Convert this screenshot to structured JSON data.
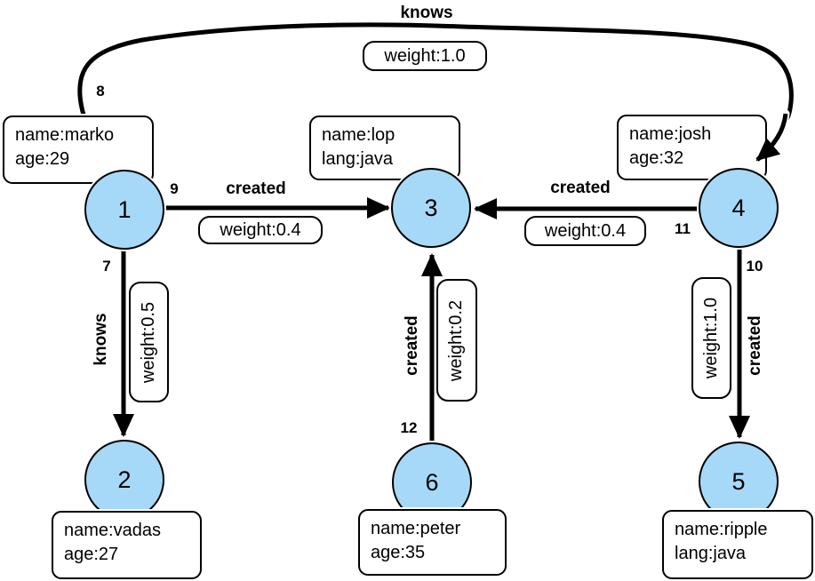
{
  "diagram": "property-graph",
  "colors": {
    "node_fill": "#a6d9f7",
    "stroke": "#000000",
    "background": "#ffffff"
  },
  "nodes": [
    {
      "id": "1",
      "props": [
        "name:marko",
        "age:29"
      ]
    },
    {
      "id": "2",
      "props": [
        "name:vadas",
        "age:27"
      ]
    },
    {
      "id": "3",
      "props": [
        "name:lop",
        "lang:java"
      ]
    },
    {
      "id": "4",
      "props": [
        "name:josh",
        "age:32"
      ]
    },
    {
      "id": "5",
      "props": [
        "name:ripple",
        "lang:java"
      ]
    },
    {
      "id": "6",
      "props": [
        "name:peter",
        "age:35"
      ]
    }
  ],
  "edges": [
    {
      "id": "7",
      "label": "knows",
      "weight": "weight:0.5"
    },
    {
      "id": "8",
      "label": "knows",
      "weight": "weight:1.0"
    },
    {
      "id": "9",
      "label": "created",
      "weight": "weight:0.4"
    },
    {
      "id": "10",
      "label": "created",
      "weight": "weight:1.0"
    },
    {
      "id": "11",
      "label": "created",
      "weight": "weight:0.4"
    },
    {
      "id": "12",
      "label": "created",
      "weight": "weight:0.2"
    }
  ]
}
